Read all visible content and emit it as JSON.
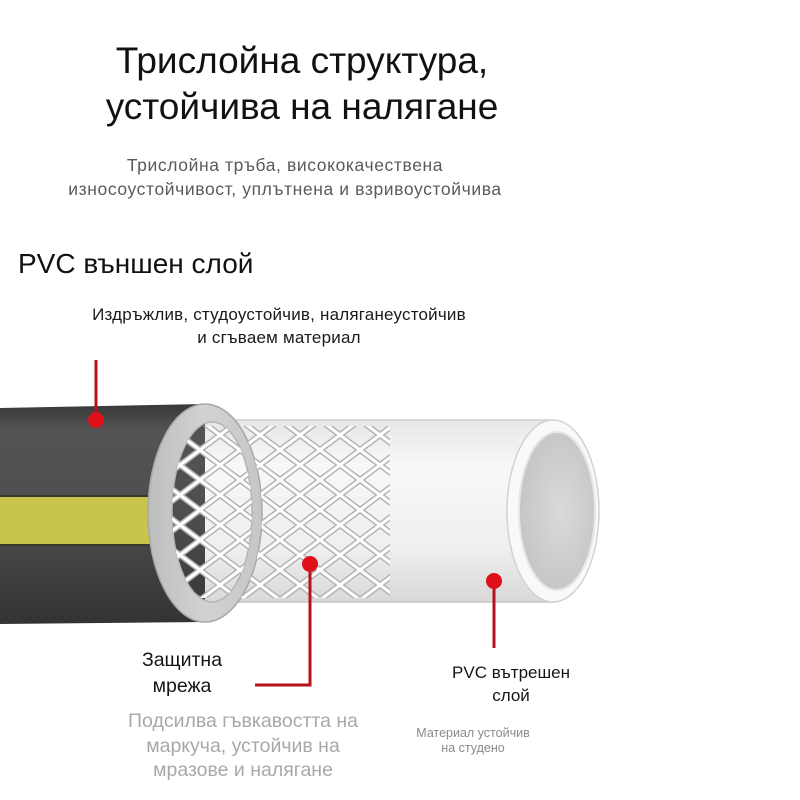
{
  "header": {
    "title_line1": "Трислойна структура,",
    "title_line2": "устойчива на налягане",
    "subtitle_line1": "Трислойна тръба, висококачествена",
    "subtitle_line2": "износоустойчивост, уплътнена и взривоустойчива"
  },
  "outer_layer": {
    "heading": "PVC външен слой",
    "desc_line1": "Издръжлив, студоустойчив, наляганеустойчив",
    "desc_line2": "и сгъваем материал"
  },
  "mesh_layer": {
    "label_line1": "Защитна",
    "label_line2": "мрежа",
    "desc_line1": "Подсилва гъвкавостта на",
    "desc_line2": "маркуча, устойчив на",
    "desc_line3": "мразове и налягане"
  },
  "inner_layer": {
    "label_line1": "PVC вътрешен",
    "label_line2": "слой",
    "desc_line1": "Материал устойчив",
    "desc_line2": "на студено"
  },
  "colors": {
    "marker": "#e0101a",
    "marker_line": "#b5121b",
    "hose_outer": "#4d4d4d",
    "stripe": "#c9c44b",
    "inner_tube": "#f2f2f2"
  },
  "icons": [
    "hose-cross-section-illustration",
    "marker-dot"
  ]
}
